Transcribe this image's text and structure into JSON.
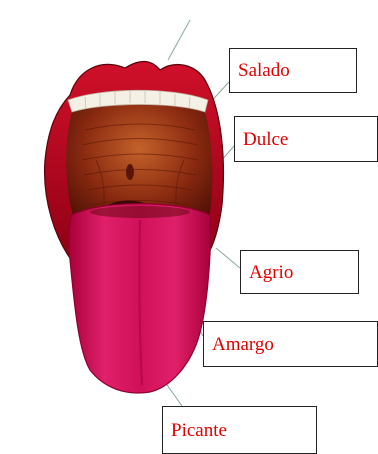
{
  "diagram": {
    "labels": {
      "salado": "Salado",
      "dulce": "Dulce",
      "agrio": "Agrio",
      "amargo": "Amargo",
      "picante": "Picante"
    },
    "colors": {
      "label_text": "#e00000",
      "lips": "#b8001a",
      "mouth_interior": "#7a1e0c",
      "tongue": "#d9165a",
      "tongue_edge": "#8f0030",
      "teeth": "#f4f0e6",
      "leader_line": "#8aa7a0"
    }
  }
}
